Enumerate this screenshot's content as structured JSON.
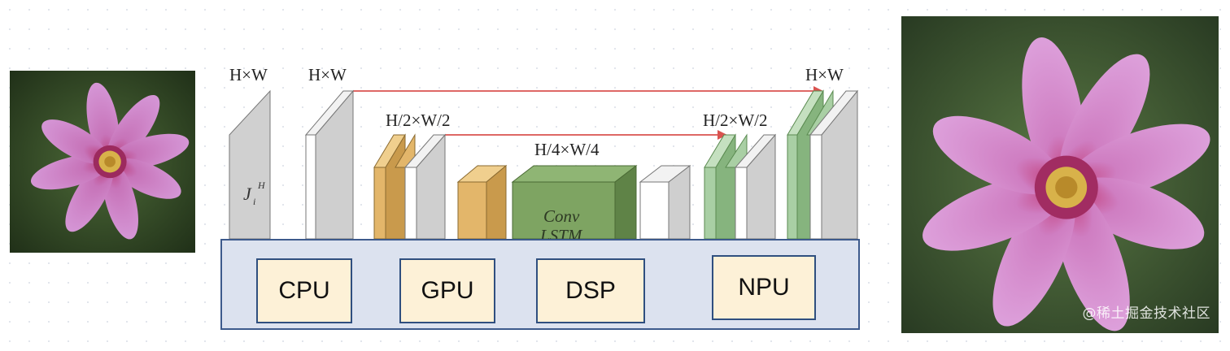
{
  "diagram": {
    "labels": {
      "input_size": "H×W",
      "encoder_full": "H×W",
      "encoder_half": "H/2×W/2",
      "bottleneck": "H/4×W/4",
      "decoder_half": "H/2×W/2",
      "decoder_full": "H×W"
    },
    "input_symbol": "J",
    "input_symbol_sub": "i",
    "input_symbol_sup": "H",
    "bottleneck_block": [
      "Conv",
      "LSTM"
    ]
  },
  "hardware": {
    "units": [
      "CPU",
      "GPU",
      "DSP",
      "NPU"
    ]
  },
  "images": {
    "input": "flower-input-photo",
    "output": "flower-output-photo"
  },
  "watermark": "@稀土掘金技术社区",
  "colors": {
    "panel_bg": "#dce2ef",
    "panel_border": "#3d5a8c",
    "chip_bg": "#fdf1d7",
    "skip_arrow": "#d9534f",
    "encoder_orange": "#e3b66a",
    "decoder_green": "#a9cfa4",
    "convlstm_green": "#7ea462"
  }
}
